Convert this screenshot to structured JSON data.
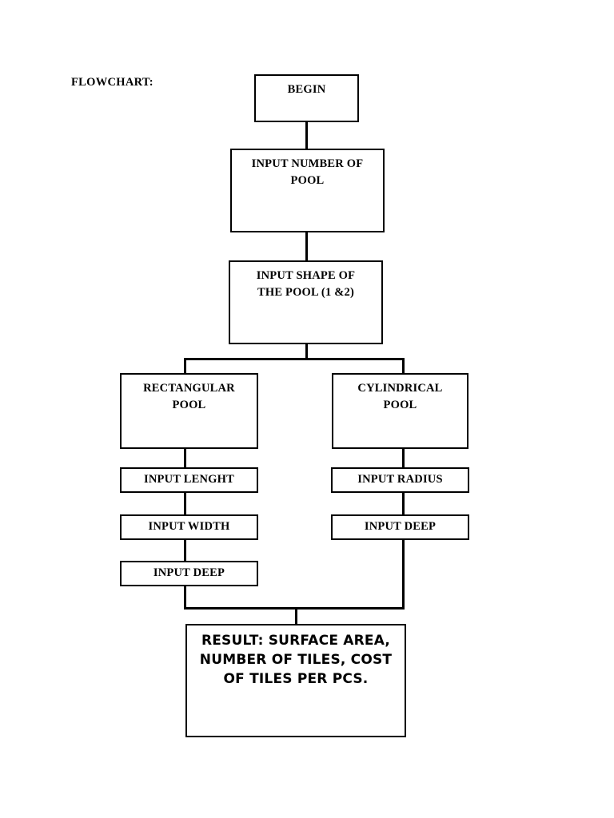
{
  "document": {
    "label": "FLOWCHART:",
    "type": "flowchart",
    "orientation": "top-to-bottom"
  },
  "flowchart": {
    "nodes": [
      {
        "id": "begin",
        "text": "BEGIN",
        "shape": "process",
        "font": "serif"
      },
      {
        "id": "input-number",
        "text": "INPUT NUMBER OF\nPOOL",
        "shape": "process",
        "font": "serif"
      },
      {
        "id": "input-shape",
        "text": "INPUT SHAPE OF\nTHE POOL (1 &2)",
        "shape": "process",
        "font": "serif"
      },
      {
        "id": "rect-pool",
        "text": "RECTANGULAR\nPOOL",
        "shape": "process",
        "font": "serif"
      },
      {
        "id": "cyl-pool",
        "text": "CYLINDRICAL\nPOOL",
        "shape": "process",
        "font": "serif"
      },
      {
        "id": "input-lenght",
        "text": "INPUT LENGHT",
        "shape": "process",
        "font": "serif"
      },
      {
        "id": "input-width",
        "text": "INPUT WIDTH",
        "shape": "process",
        "font": "serif"
      },
      {
        "id": "input-deep-l",
        "text": "INPUT DEEP",
        "shape": "process",
        "font": "serif"
      },
      {
        "id": "input-radius",
        "text": "INPUT RADIUS",
        "shape": "process",
        "font": "serif"
      },
      {
        "id": "input-deep-r",
        "text": "INPUT DEEP",
        "shape": "process",
        "font": "serif"
      },
      {
        "id": "result",
        "text": "RESULT: SURFACE AREA,\nNUMBER OF TILES, COST\nOF TILES PER PCS.",
        "shape": "process",
        "font": "sans"
      }
    ],
    "edges": [
      {
        "from": "begin",
        "to": "input-number"
      },
      {
        "from": "input-number",
        "to": "input-shape"
      },
      {
        "from": "input-shape",
        "to": "rect-pool"
      },
      {
        "from": "input-shape",
        "to": "cyl-pool"
      },
      {
        "from": "rect-pool",
        "to": "input-lenght"
      },
      {
        "from": "input-lenght",
        "to": "input-width"
      },
      {
        "from": "input-width",
        "to": "input-deep-l"
      },
      {
        "from": "cyl-pool",
        "to": "input-radius"
      },
      {
        "from": "input-radius",
        "to": "input-deep-r"
      },
      {
        "from": "input-deep-l",
        "to": "result"
      },
      {
        "from": "input-deep-r",
        "to": "result"
      }
    ],
    "colors": {
      "line": "#000000",
      "text": "#000000",
      "background": "#ffffff"
    }
  }
}
